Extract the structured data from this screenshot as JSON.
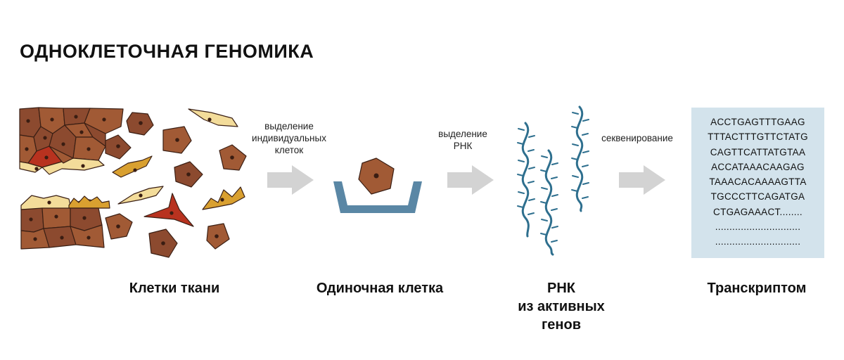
{
  "title": "ОДНОКЛЕТОЧНАЯ ГЕНОМИКА",
  "steps": [
    {
      "label": "Клетки ткани"
    },
    {
      "label": "Одиночная клетка"
    },
    {
      "label_lines": [
        "РНК",
        "из активных",
        "генов"
      ]
    },
    {
      "label": "Транскриптом"
    }
  ],
  "arrows": [
    {
      "lines": [
        "выделение",
        "индивидуальных",
        "клеток"
      ]
    },
    {
      "lines": [
        "выделение",
        "РНК"
      ]
    },
    {
      "lines": [
        "секвенирование"
      ]
    }
  ],
  "transcript_lines": [
    "ACCTGAGTTTGAAG",
    "TTTACTTTGTTCTATG",
    "CAGTTCATTATGTAA",
    "ACCATAAACAAGAG",
    "TAAACACAAAAGTTA",
    "TGCCCTTCAGATGA",
    "CTGAGAAACT........",
    "..............................",
    ".............................."
  ],
  "colors": {
    "cell_dark": "#8c4a2f",
    "cell_mid": "#a15a35",
    "cell_red": "#b8321f",
    "cell_yellow": "#d9a030",
    "cell_cream": "#f3dc9a",
    "nucleus": "#3a1d12",
    "dish": "#5a87a5",
    "rna": "#2e6f8e",
    "arrow": "#d3d3d3",
    "transcript_bg": "#d3e3ec"
  }
}
